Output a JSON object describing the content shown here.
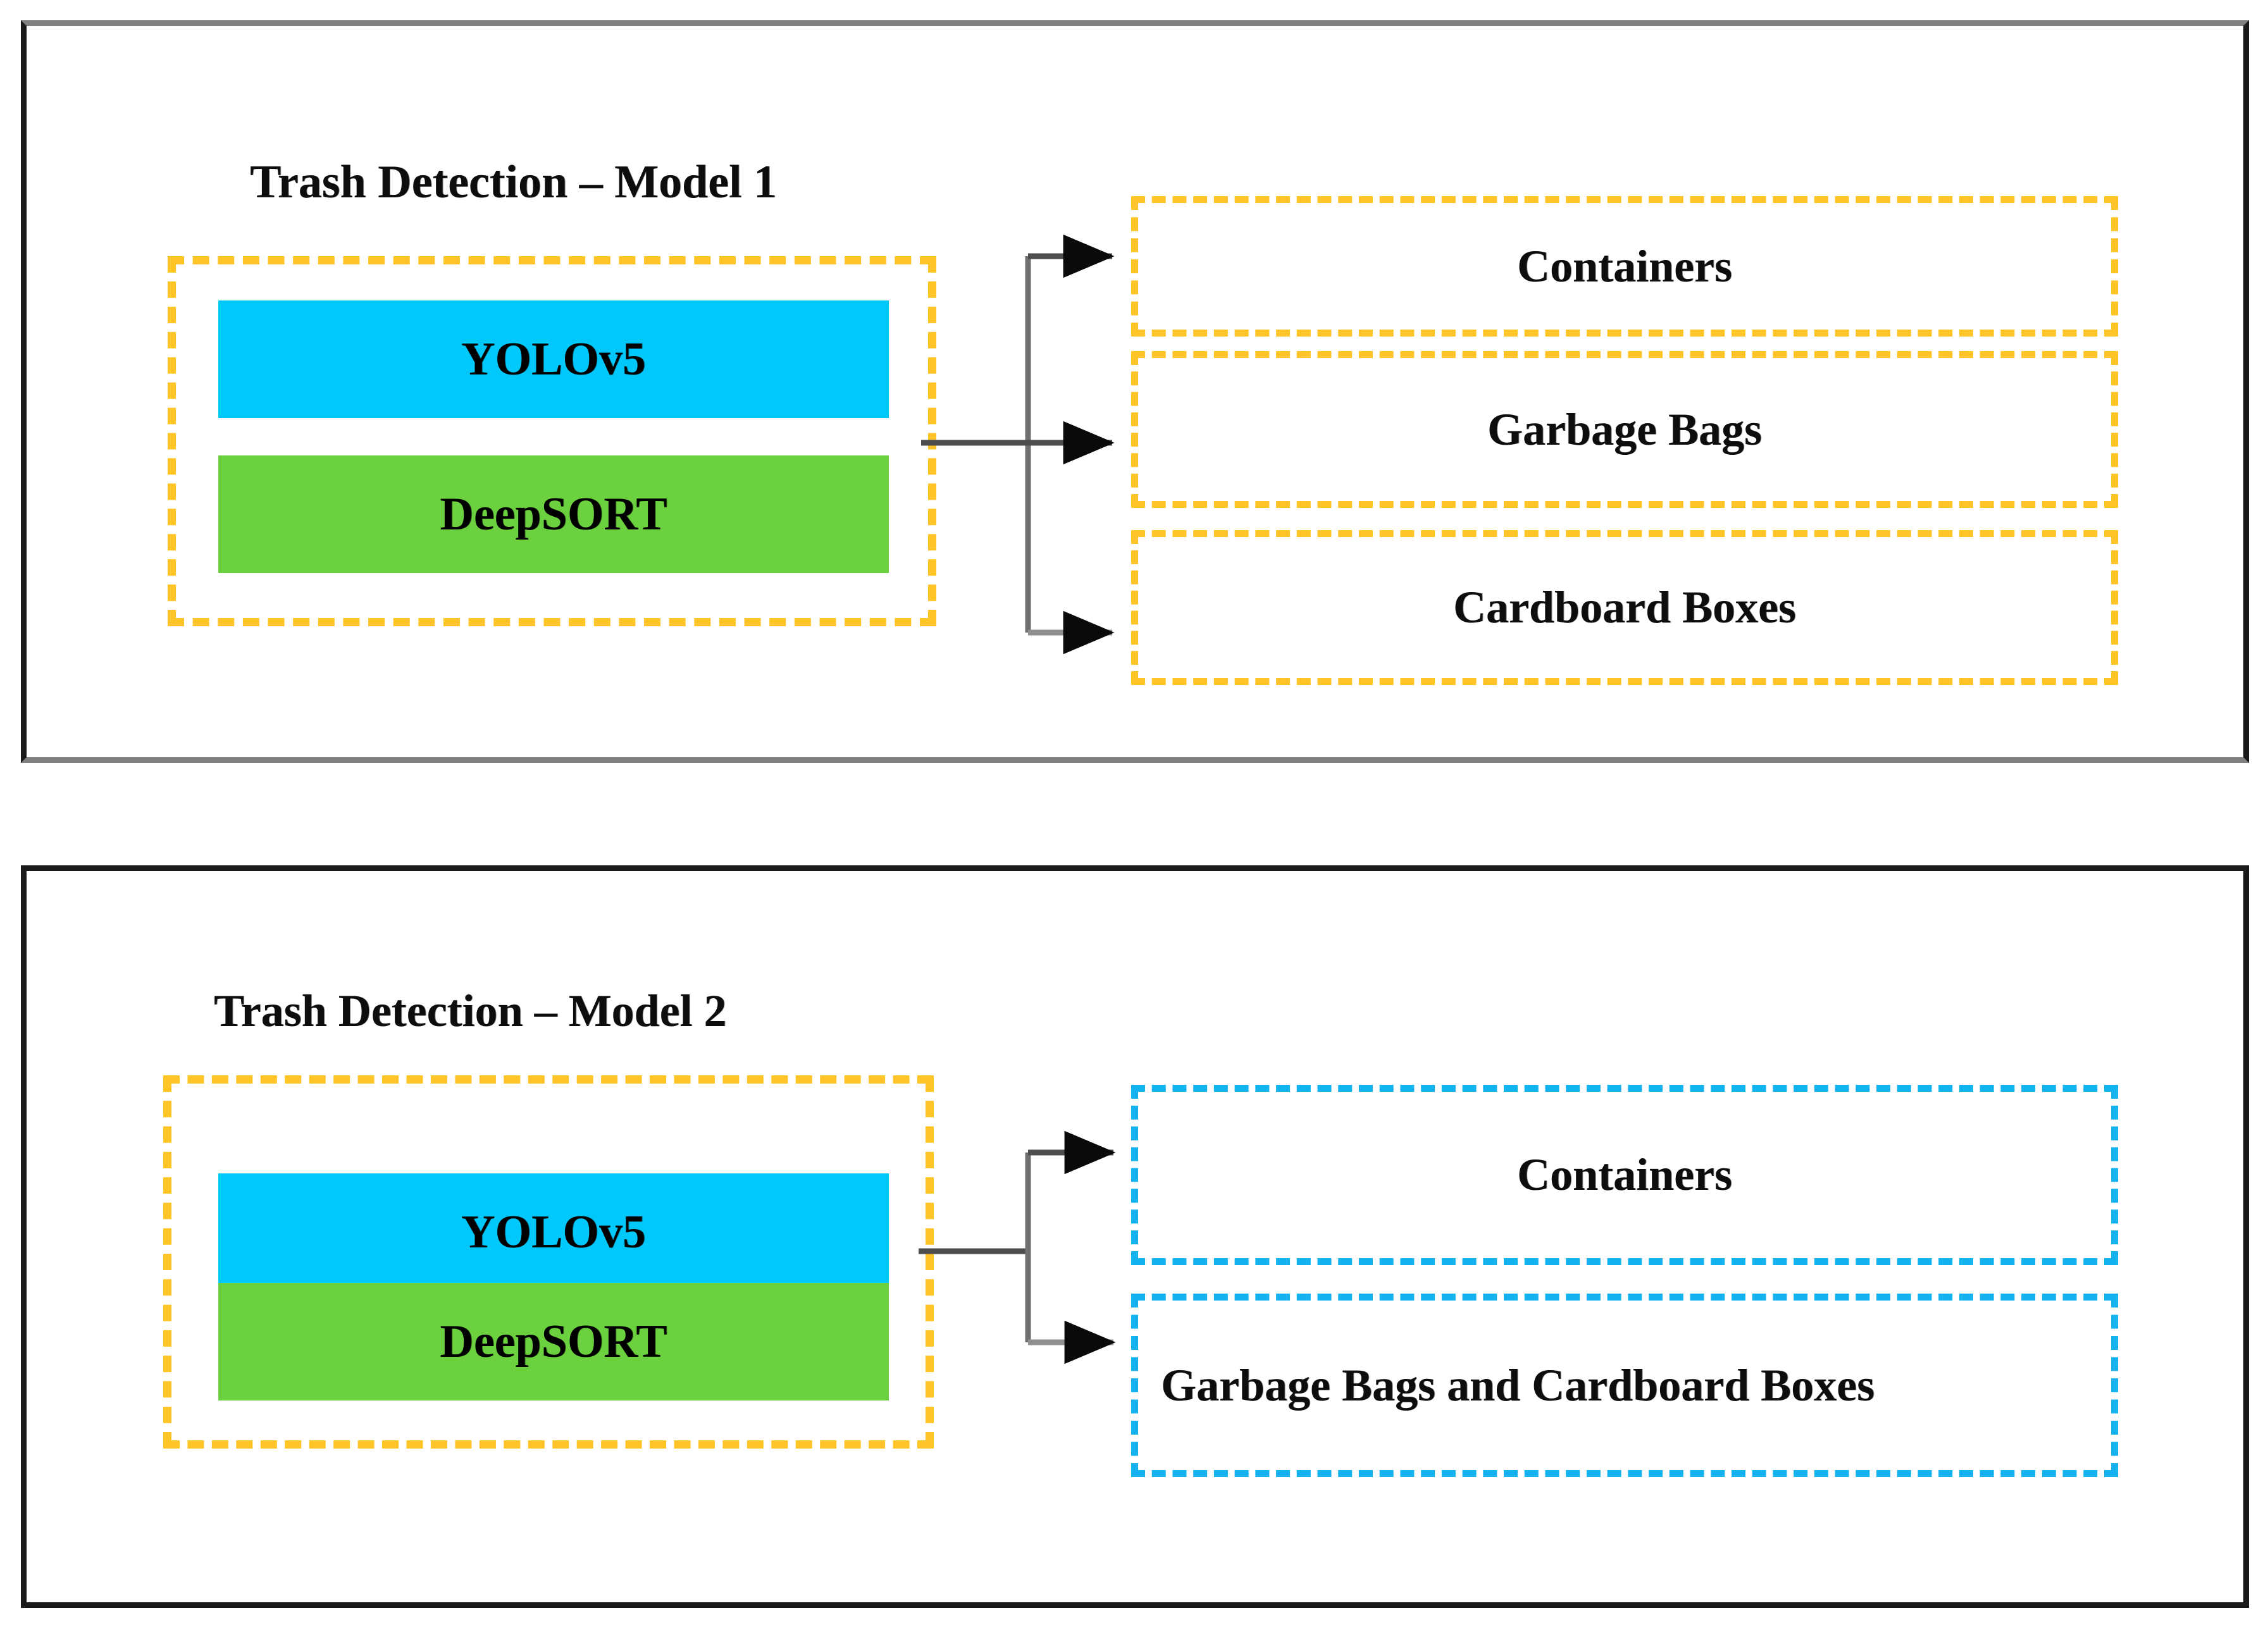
{
  "diagram": {
    "title_hidden": "",
    "colors": {
      "dashed_yellow": "#FFC528",
      "dashed_blue": "#14B3F0",
      "block_yolo": "#00C8FB",
      "block_deepsort": "#6BD13E",
      "connector_line": "#4d4d4d",
      "panel_border_dark": "#1a1a1a",
      "panel_border_gray": "#808080",
      "text": "#0d0d0d"
    },
    "panels": [
      {
        "id": "model-1",
        "title": "Trash Detection – Model 1",
        "pipeline_blocks": [
          {
            "label": "YOLOv5",
            "color": "#00C8FB"
          },
          {
            "label": "DeepSORT",
            "color": "#6BD13E"
          }
        ],
        "outputs": [
          {
            "label": "Containers",
            "border_color": "#FFC528",
            "align": "center"
          },
          {
            "label": "Garbage Bags",
            "border_color": "#FFC528",
            "align": "center"
          },
          {
            "label": "Cardboard Boxes",
            "border_color": "#FFC528",
            "align": "center"
          }
        ],
        "arrow_count": 3
      },
      {
        "id": "model-2",
        "title": "Trash Detection – Model 2",
        "pipeline_blocks": [
          {
            "label": "YOLOv5",
            "color": "#00C8FB"
          },
          {
            "label": "DeepSORT",
            "color": "#6BD13E"
          }
        ],
        "outputs": [
          {
            "label": "Containers",
            "border_color": "#14B3F0",
            "align": "center"
          },
          {
            "label": "Garbage Bags and Cardboard Boxes",
            "border_color": "#14B3F0",
            "align": "left"
          }
        ],
        "arrow_count": 2
      }
    ]
  }
}
